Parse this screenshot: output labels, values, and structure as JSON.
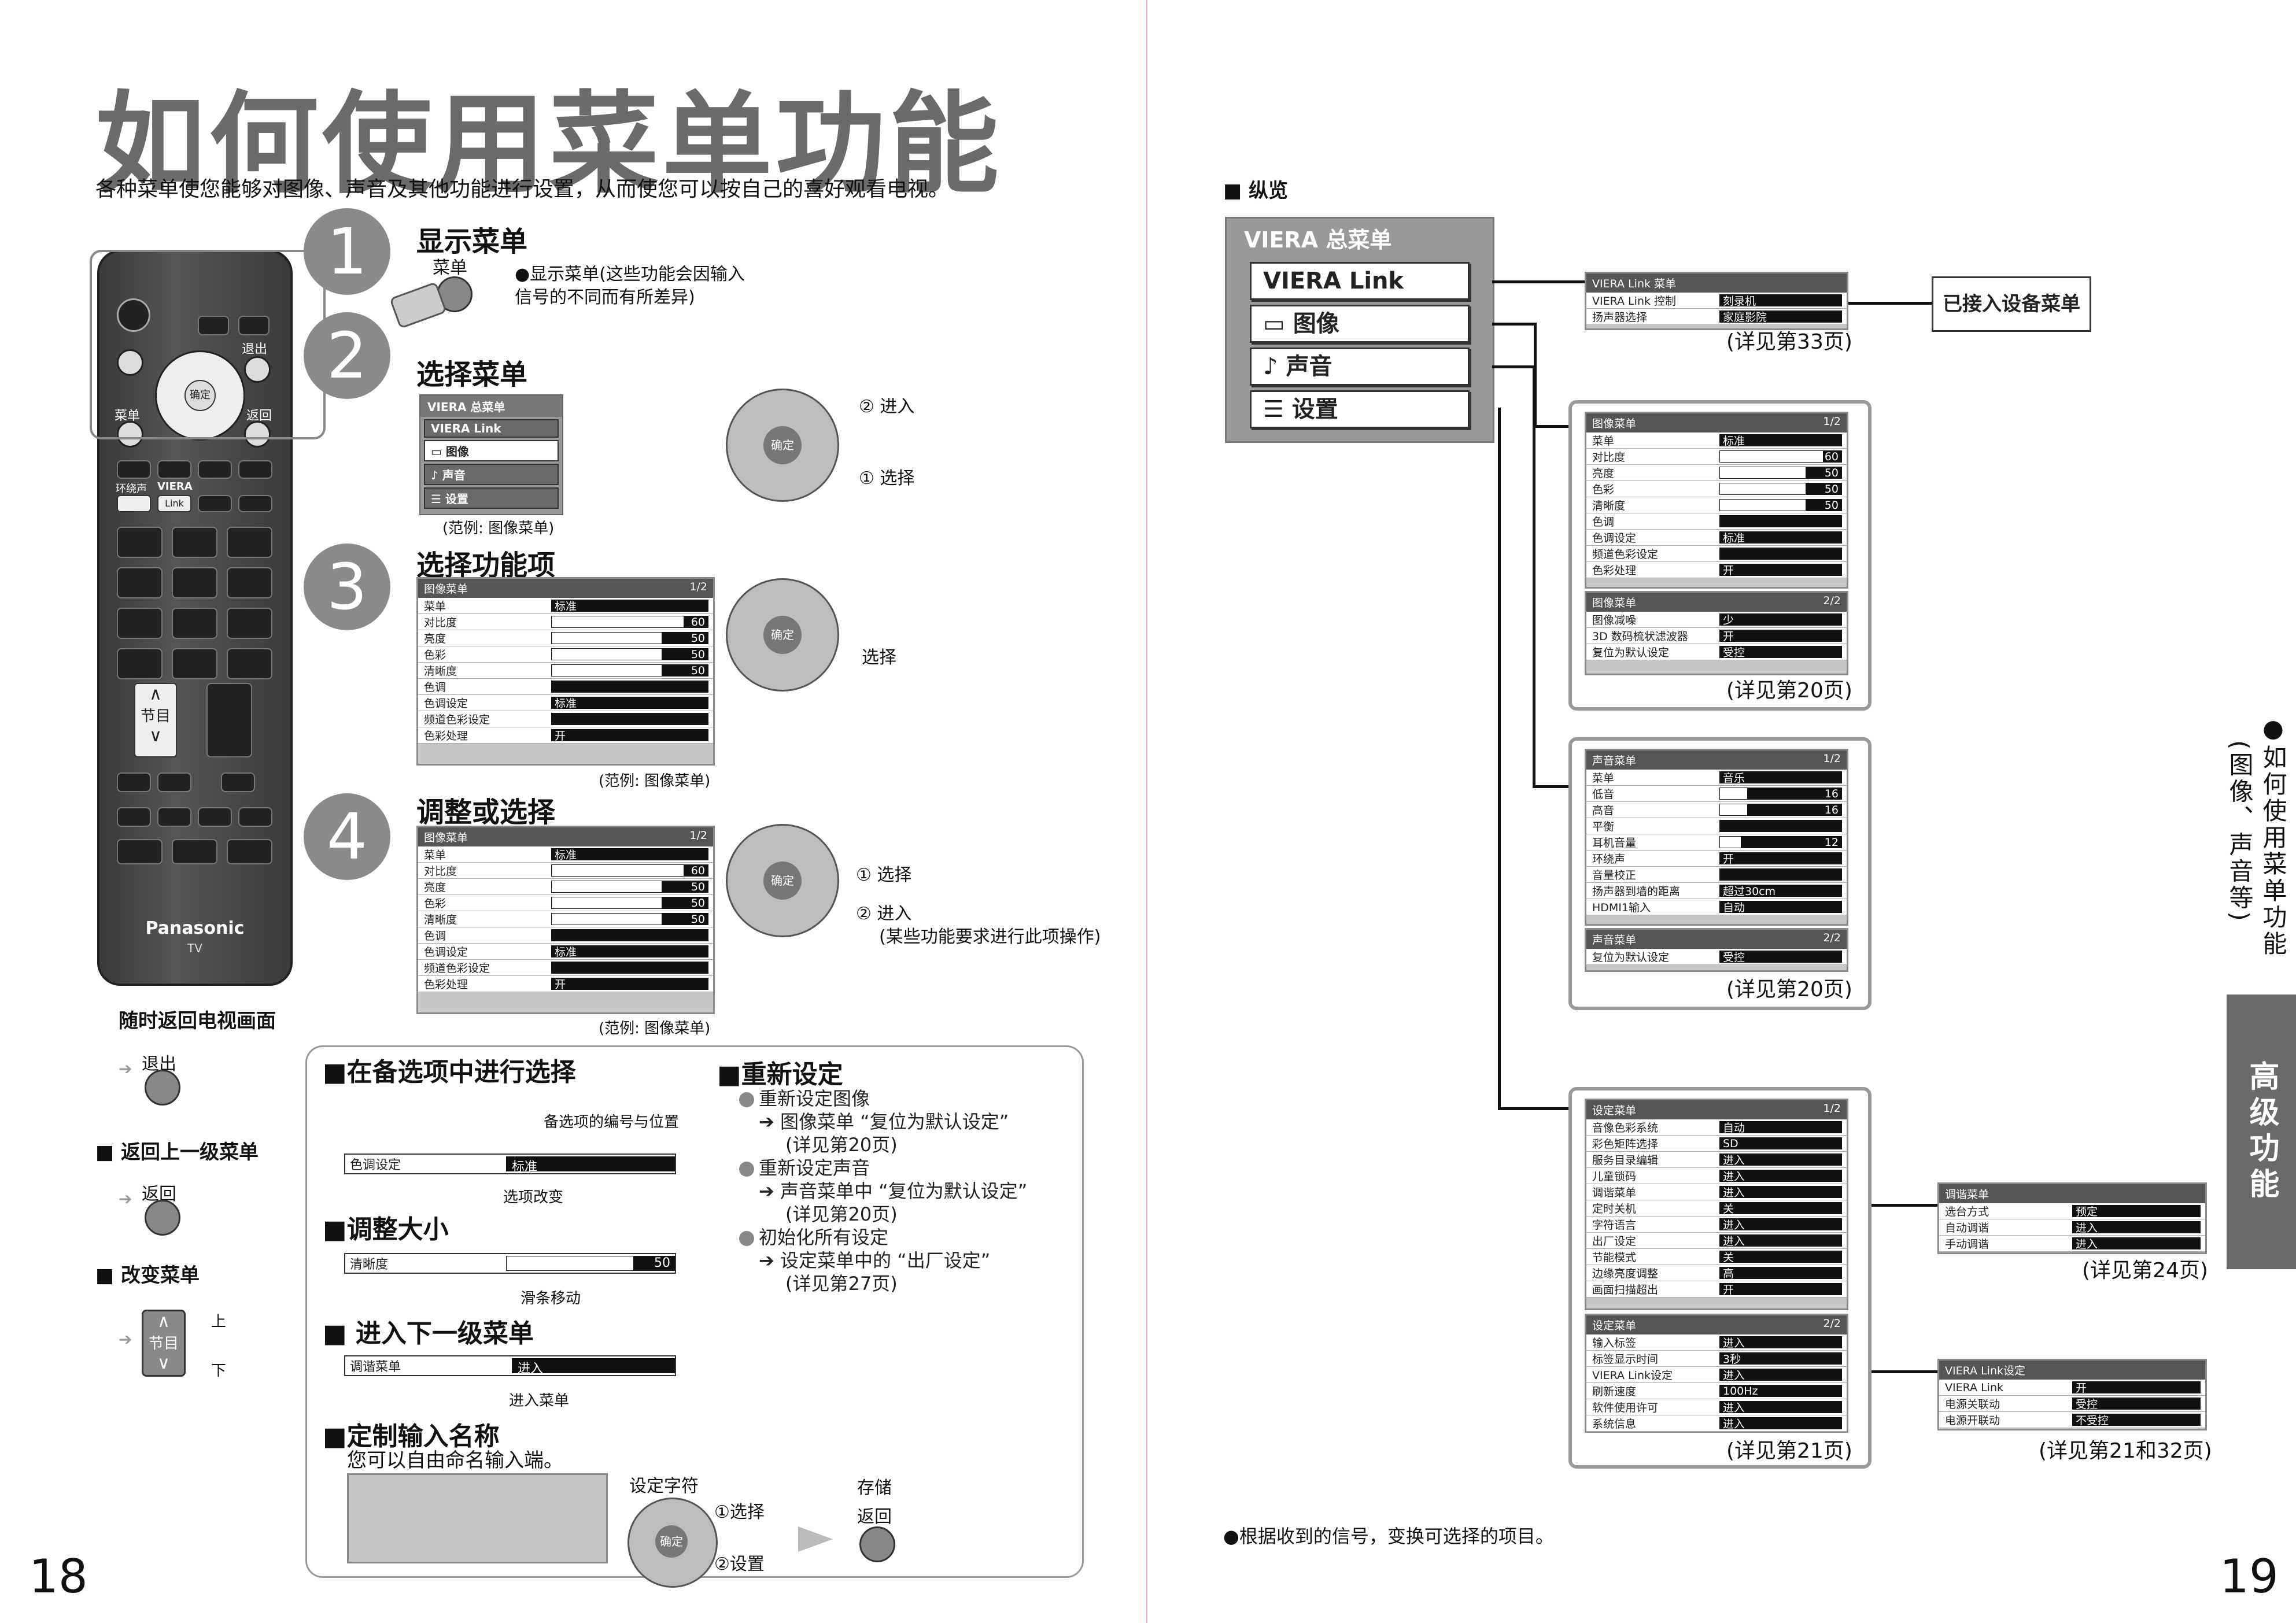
{
  "page_left": {
    "title": "如何使用菜单功能",
    "intro": "各种菜单使您能够对图像、声音及其他功能进行设置，从而使您可以按自己的喜好观看电视。",
    "page_number": "18",
    "remote": {
      "brand": "Panasonic",
      "tv": "TV",
      "exit": "退出",
      "ok": "确定",
      "menu": "菜单",
      "return": "返回",
      "surround": "环绕声",
      "link": "Link",
      "viera": "VIERA",
      "channel": "节目"
    },
    "steps": [
      {
        "num": "1",
        "title": "显示菜单",
        "button": "菜单",
        "note": "●显示菜单(这些功能会因输入\n信号的不同而有所差异)"
      },
      {
        "num": "2",
        "title": "选择菜单",
        "caption": "(范例: 图像菜单)",
        "enter": "② 进入",
        "select": "① 选择"
      },
      {
        "num": "3",
        "title": "选择功能项",
        "caption": "(范例: 图像菜单)",
        "select": "选择"
      },
      {
        "num": "4",
        "title": "调整或选择",
        "caption": "(范例: 图像菜单)",
        "select": "① 选择",
        "enter": "② 进入",
        "note": "(某些功能要求进行此项操作)"
      }
    ],
    "mini_menu": {
      "header": "VIERA 总菜单",
      "items": [
        "VIERA Link",
        "图像",
        "声音",
        "设置"
      ]
    },
    "picture_menu": {
      "header": "图像菜单",
      "page": "1/2",
      "rows": [
        {
          "k": "菜单",
          "v": "标准"
        },
        {
          "k": "对比度",
          "v": "60"
        },
        {
          "k": "亮度",
          "v": "50"
        },
        {
          "k": "色彩",
          "v": "50"
        },
        {
          "k": "清晰度",
          "v": "50"
        },
        {
          "k": "色调",
          "v": ""
        },
        {
          "k": "色调设定",
          "v": "标准"
        },
        {
          "k": "频道色彩设定",
          "v": ""
        },
        {
          "k": "色彩处理",
          "v": "开"
        }
      ]
    },
    "left_notes": {
      "return_tv": "随时返回电视画面",
      "exit": "退出",
      "back_level": "■ 返回上一级菜单",
      "return": "返回",
      "change_menu": "■ 改变菜单",
      "up": "上",
      "down": "下",
      "channel": "节目"
    },
    "panel": {
      "choose": "■在备选项中进行选择",
      "choose_hint": "备选项的编号与位置",
      "choose_row": {
        "k": "色调设定",
        "v": "标准"
      },
      "choose_caption": "选项改变",
      "adjust": "■调整大小",
      "adjust_row": {
        "k": "清晰度",
        "v": "50"
      },
      "adjust_caption": "滑条移动",
      "next": "■ 进入下一级菜单",
      "next_row": {
        "k": "调谐菜单",
        "v": "进入"
      },
      "next_caption": "进入菜单",
      "name": "■定制输入名称",
      "name_sub": "您可以自由命名输入端。",
      "set_char": "设定字符",
      "select": "①选择",
      "set": "②设置",
      "store": "存储",
      "return": "返回",
      "reset": "■重新设定",
      "reset_items": [
        {
          "t": "重新设定图像",
          "d": "图像菜单 “复位为默认设定”",
          "p": "(详见第20页)"
        },
        {
          "t": "重新设定声音",
          "d": "声音菜单中 “复位为默认设定”",
          "p": "(详见第20页)"
        },
        {
          "t": "初始化所有设定",
          "d": "设定菜单中的 “出厂设定”",
          "p": "(详见第27页)"
        }
      ]
    }
  },
  "page_right": {
    "page_number": "19",
    "overview": "■ 纵览",
    "main_menu": {
      "header": "VIERA 总菜单",
      "items": [
        "VIERA Link",
        "图像",
        "声音",
        "设置"
      ]
    },
    "viera_link": {
      "header": "VIERA Link 菜单",
      "rows": [
        {
          "k": "VIERA Link 控制",
          "v": "刻录机"
        },
        {
          "k": "扬声器选择",
          "v": "家庭影院"
        }
      ],
      "ref": "(详见第33页)",
      "target": "已接入设备菜单"
    },
    "picture": {
      "p1": {
        "header": "图像菜单",
        "page": "1/2",
        "rows": [
          {
            "k": "菜单",
            "v": "标准"
          },
          {
            "k": "对比度",
            "v": "60"
          },
          {
            "k": "亮度",
            "v": "50"
          },
          {
            "k": "色彩",
            "v": "50"
          },
          {
            "k": "清晰度",
            "v": "50"
          },
          {
            "k": "色调",
            "v": ""
          },
          {
            "k": "色调设定",
            "v": "标准"
          },
          {
            "k": "频道色彩设定",
            "v": ""
          },
          {
            "k": "色彩处理",
            "v": "开"
          }
        ]
      },
      "p2": {
        "header": "图像菜单",
        "page": "2/2",
        "rows": [
          {
            "k": "图像减噪",
            "v": "少"
          },
          {
            "k": "3D 数码梳状滤波器",
            "v": "开"
          },
          {
            "k": "复位为默认设定",
            "v": "受控"
          }
        ]
      },
      "ref": "(详见第20页)"
    },
    "sound": {
      "p1": {
        "header": "声音菜单",
        "page": "1/2",
        "rows": [
          {
            "k": "菜单",
            "v": "音乐"
          },
          {
            "k": "低音",
            "v": "16"
          },
          {
            "k": "高音",
            "v": "16"
          },
          {
            "k": "平衡",
            "v": ""
          },
          {
            "k": "耳机音量",
            "v": "12"
          },
          {
            "k": "环绕声",
            "v": "开"
          },
          {
            "k": "音量校正",
            "v": ""
          },
          {
            "k": "扬声器到墙的距离",
            "v": "超过30cm"
          },
          {
            "k": "HDMI1输入",
            "v": "自动"
          }
        ]
      },
      "p2": {
        "header": "声音菜单",
        "page": "2/2",
        "rows": [
          {
            "k": "复位为默认设定",
            "v": "受控"
          }
        ]
      },
      "ref": "(详见第20页)"
    },
    "setup": {
      "p1": {
        "header": "设定菜单",
        "page": "1/2",
        "rows": [
          {
            "k": "音像色彩系统",
            "v": "自动"
          },
          {
            "k": "彩色矩阵选择",
            "v": "SD"
          },
          {
            "k": "服务目录编辑",
            "v": "进入"
          },
          {
            "k": "儿童锁码",
            "v": "进入"
          },
          {
            "k": "调谐菜单",
            "v": "进入"
          },
          {
            "k": "定时关机",
            "v": "关"
          },
          {
            "k": "字符语言",
            "v": "进入"
          },
          {
            "k": "出厂设定",
            "v": "进入"
          },
          {
            "k": "节能模式",
            "v": "关"
          },
          {
            "k": "边缘亮度调整",
            "v": "高"
          },
          {
            "k": "画面扫描超出",
            "v": "开"
          }
        ]
      },
      "p2": {
        "header": "设定菜单",
        "page": "2/2",
        "rows": [
          {
            "k": "输入标签",
            "v": "进入"
          },
          {
            "k": "标签显示时间",
            "v": "3秒"
          },
          {
            "k": "VIERA Link设定",
            "v": "进入"
          },
          {
            "k": "刷新速度",
            "v": "100Hz"
          },
          {
            "k": "软件使用许可",
            "v": "进入"
          },
          {
            "k": "系统信息",
            "v": "进入"
          }
        ]
      },
      "ref": "(详见第21页)"
    },
    "tuning": {
      "header": "调谐菜单",
      "rows": [
        {
          "k": "选台方式",
          "v": "预定"
        },
        {
          "k": "自动调谐",
          "v": "进入"
        },
        {
          "k": "手动调谐",
          "v": "进入"
        }
      ],
      "ref": "(详见第24页)"
    },
    "viera_setting": {
      "header": "VIERA Link设定",
      "rows": [
        {
          "k": "VIERA Link",
          "v": "开"
        },
        {
          "k": "电源关联动",
          "v": "受控"
        },
        {
          "k": "电源开联动",
          "v": "不受控"
        }
      ],
      "ref": "(详见第21和32页)"
    },
    "footnote": "●根据收到的信号，变换可选择的项目。",
    "side_title": "●如何使用菜单功能",
    "side_sub": "(图像、声音等)",
    "tab": "高级功能"
  }
}
